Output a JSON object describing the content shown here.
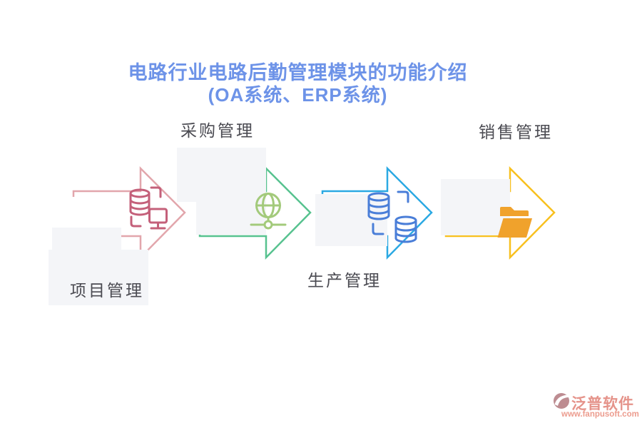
{
  "title": {
    "line1": "电路行业电路后勤管理模块的功能介绍",
    "line2": "(OA系统、ERP系统)"
  },
  "steps": [
    {
      "label": "项目管理",
      "label_position": "below-arrow",
      "arrow_color": "#E2A6AC",
      "icon": "database-monitor-icon",
      "icon_color": "#C4607A"
    },
    {
      "label": "采购管理",
      "label_position": "above-arrow",
      "arrow_color": "#57C28F",
      "icon": "globe-network-icon",
      "icon_color": "#A3CA7B"
    },
    {
      "label": "生产管理",
      "label_position": "below-arrow",
      "arrow_color": "#2BA9E3",
      "icon": "database-sync-icon",
      "icon_color": "#4A7ED8"
    },
    {
      "label": "销售管理",
      "label_position": "above-arrow",
      "arrow_color": "#F8C01E",
      "icon": "folder-icon",
      "icon_color": "#F0A22C"
    }
  ],
  "watermark": {
    "brand": "泛普软件",
    "url": "www.fanpusoft.com",
    "brand_color": "#E5938A",
    "url_color": "#EC9C8E",
    "logo_color": "#BD8C91"
  },
  "colors": {
    "background": "#FFFFFF",
    "title": "#6D93E8",
    "label": "#4B4B52",
    "panel": "#F4F5F8"
  }
}
